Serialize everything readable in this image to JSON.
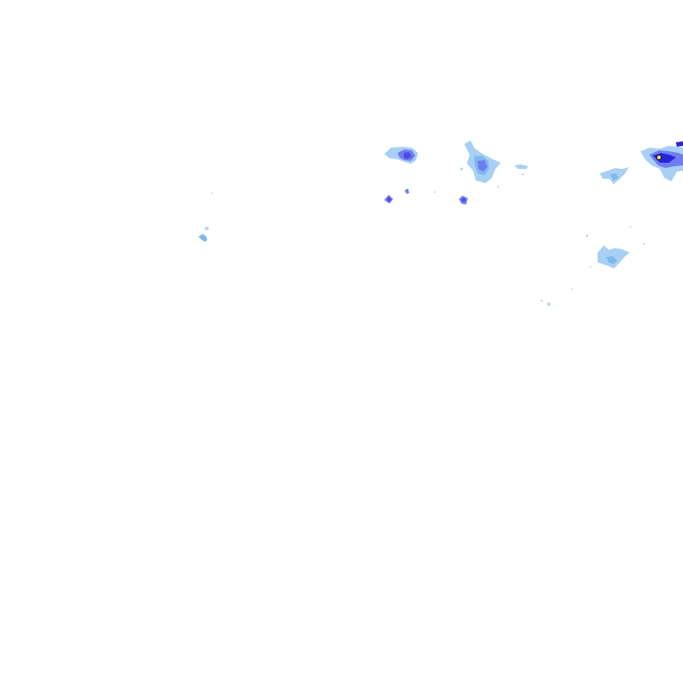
{
  "layer": {
    "kind": "radar-precipitation-overlay",
    "background": "#ffffff"
  },
  "palette": {
    "light": "#a8d0f5",
    "mid": "#7fb7ef",
    "moderate": "#6f7df0",
    "heavy": "#4a4de6",
    "intense": "#2525d8",
    "core": "#f3e36a",
    "core_outline": "#1a1a1a"
  },
  "echo_cells": [
    {
      "id": "cell-a",
      "intensity": "heavy"
    },
    {
      "id": "cell-b",
      "intensity": "moderate"
    },
    {
      "id": "cell-c",
      "intensity": "intense"
    },
    {
      "id": "cell-d",
      "intensity": "light"
    },
    {
      "id": "cell-e",
      "intensity": "light"
    },
    {
      "id": "cell-f",
      "intensity": "heavy"
    },
    {
      "id": "cell-g",
      "intensity": "heavy"
    },
    {
      "id": "cell-h",
      "intensity": "light"
    }
  ]
}
